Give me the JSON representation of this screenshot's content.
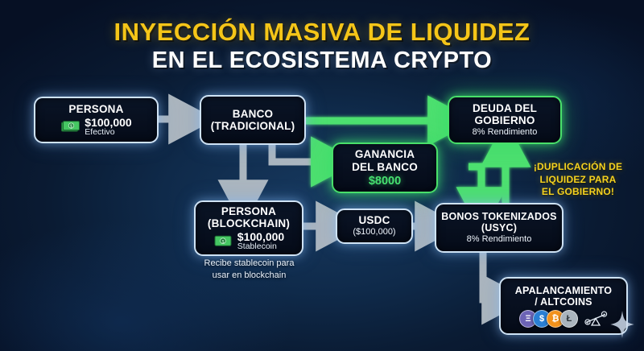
{
  "title": {
    "line1": "INYECCIÓN MASIVA DE LIQUIDEZ",
    "line2": "EN EL ECOSISTEMA CRYPTO",
    "color_line1": "#f5c518",
    "color_line2": "#ffffff"
  },
  "colors": {
    "background_dark": "#060b1c",
    "background_mid": "#13335a",
    "box_border": "#cfe3f5",
    "green_accent": "#46e070",
    "gray_arrow": "#b9c2c9",
    "yellow_note": "#f5d21f"
  },
  "nodes": {
    "persona": {
      "title": "PERSONA",
      "amount": "$100,000",
      "amount_label": "Efectivo",
      "icon": "cash-banknote-icon"
    },
    "banco": {
      "title_line1": "BANCO",
      "title_line2": "(TRADICIONAL)"
    },
    "deuda": {
      "title_line1": "DEUDA DEL",
      "title_line2": "GOBIERNO",
      "sub": "8% Rendimiento"
    },
    "ganancia": {
      "title_line1": "GANANCIA",
      "title_line2": "DEL BANCO",
      "amount": "$8000"
    },
    "persona_blockchain": {
      "title_line1": "PERSONA",
      "title_line2": "(BLOCKCHAIN)",
      "amount": "$100,000",
      "amount_label": "Stablecoin",
      "icon": "stablecoin-banknote-icon",
      "caption_line1": "Recibe stablecoin para",
      "caption_line2": "usar en blockchain"
    },
    "usdc": {
      "title": "USDC",
      "sub": "($100,000)"
    },
    "bonos": {
      "title_line1": "BONOS TOKENIZADOS",
      "title_line2": "(USYC)",
      "sub": "8% Rendimiento"
    },
    "apalancamiento": {
      "title_line1": "APALANCAMIENTO",
      "title_line2": "/ ALTCOINS",
      "coins": [
        {
          "name": "ethereum-coin-icon",
          "symbol": "Ξ",
          "color": "#6c63b5"
        },
        {
          "name": "usdc-coin-icon",
          "symbol": "$",
          "color": "#2a7fd4"
        },
        {
          "name": "bitcoin-coin-icon",
          "symbol": "₿",
          "color": "#f2911b"
        },
        {
          "name": "litecoin-coin-icon",
          "symbol": "Ł",
          "color": "#aab4bd"
        }
      ],
      "scale_icon": "leverage-scale-icon"
    }
  },
  "annotation": {
    "line1": "¡DUPLICACIÓN DE",
    "line2": "LIQUIDEZ PARA",
    "line3": "EL GOBIERNO!"
  }
}
